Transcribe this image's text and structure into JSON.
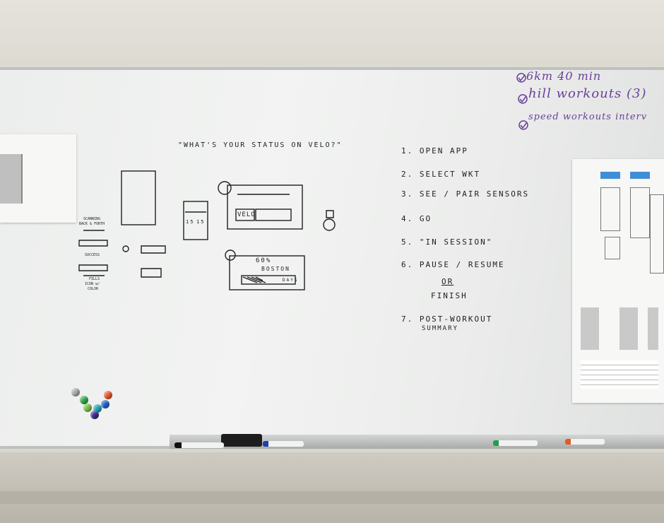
{
  "quote": "\"WHAT'S YOUR STATUS ON VELO?\"",
  "steps": [
    "1. OPEN APP",
    "2. SELECT WKT",
    "3. SEE / PAIR SENSORS",
    "4. GO",
    "5. \"IN SESSION\"",
    "6. PAUSE / RESUME",
    "OR",
    "FINISH",
    "7. POST-WORKOUT",
    "SUMMARY"
  ],
  "checklist": [
    "6km   40 min",
    "hill workouts (3)",
    "speed workouts   interv"
  ],
  "sketch_labels": {
    "velo": "VELO",
    "pct": "60%",
    "boston": "BOSTON",
    "days": "DAYS",
    "scan1": "15",
    "scan2": "15",
    "glasses_top": "SCANNING",
    "glasses_top2": "BACK & FORTH",
    "glasses_mid": "SUCCESS",
    "glasses_bot": "FILLS",
    "glasses_bot2": "ICON w/",
    "glasses_bot3": "COLOR"
  },
  "colors": {
    "marker_black": "#1f1f22",
    "marker_purple": "#6a3f9c"
  },
  "magnets": [
    "#a8a8a8",
    "#2fa84a",
    "#e9562a",
    "#7ac142",
    "#1aa3b8",
    "#1e63c9",
    "#3b2a8f"
  ]
}
